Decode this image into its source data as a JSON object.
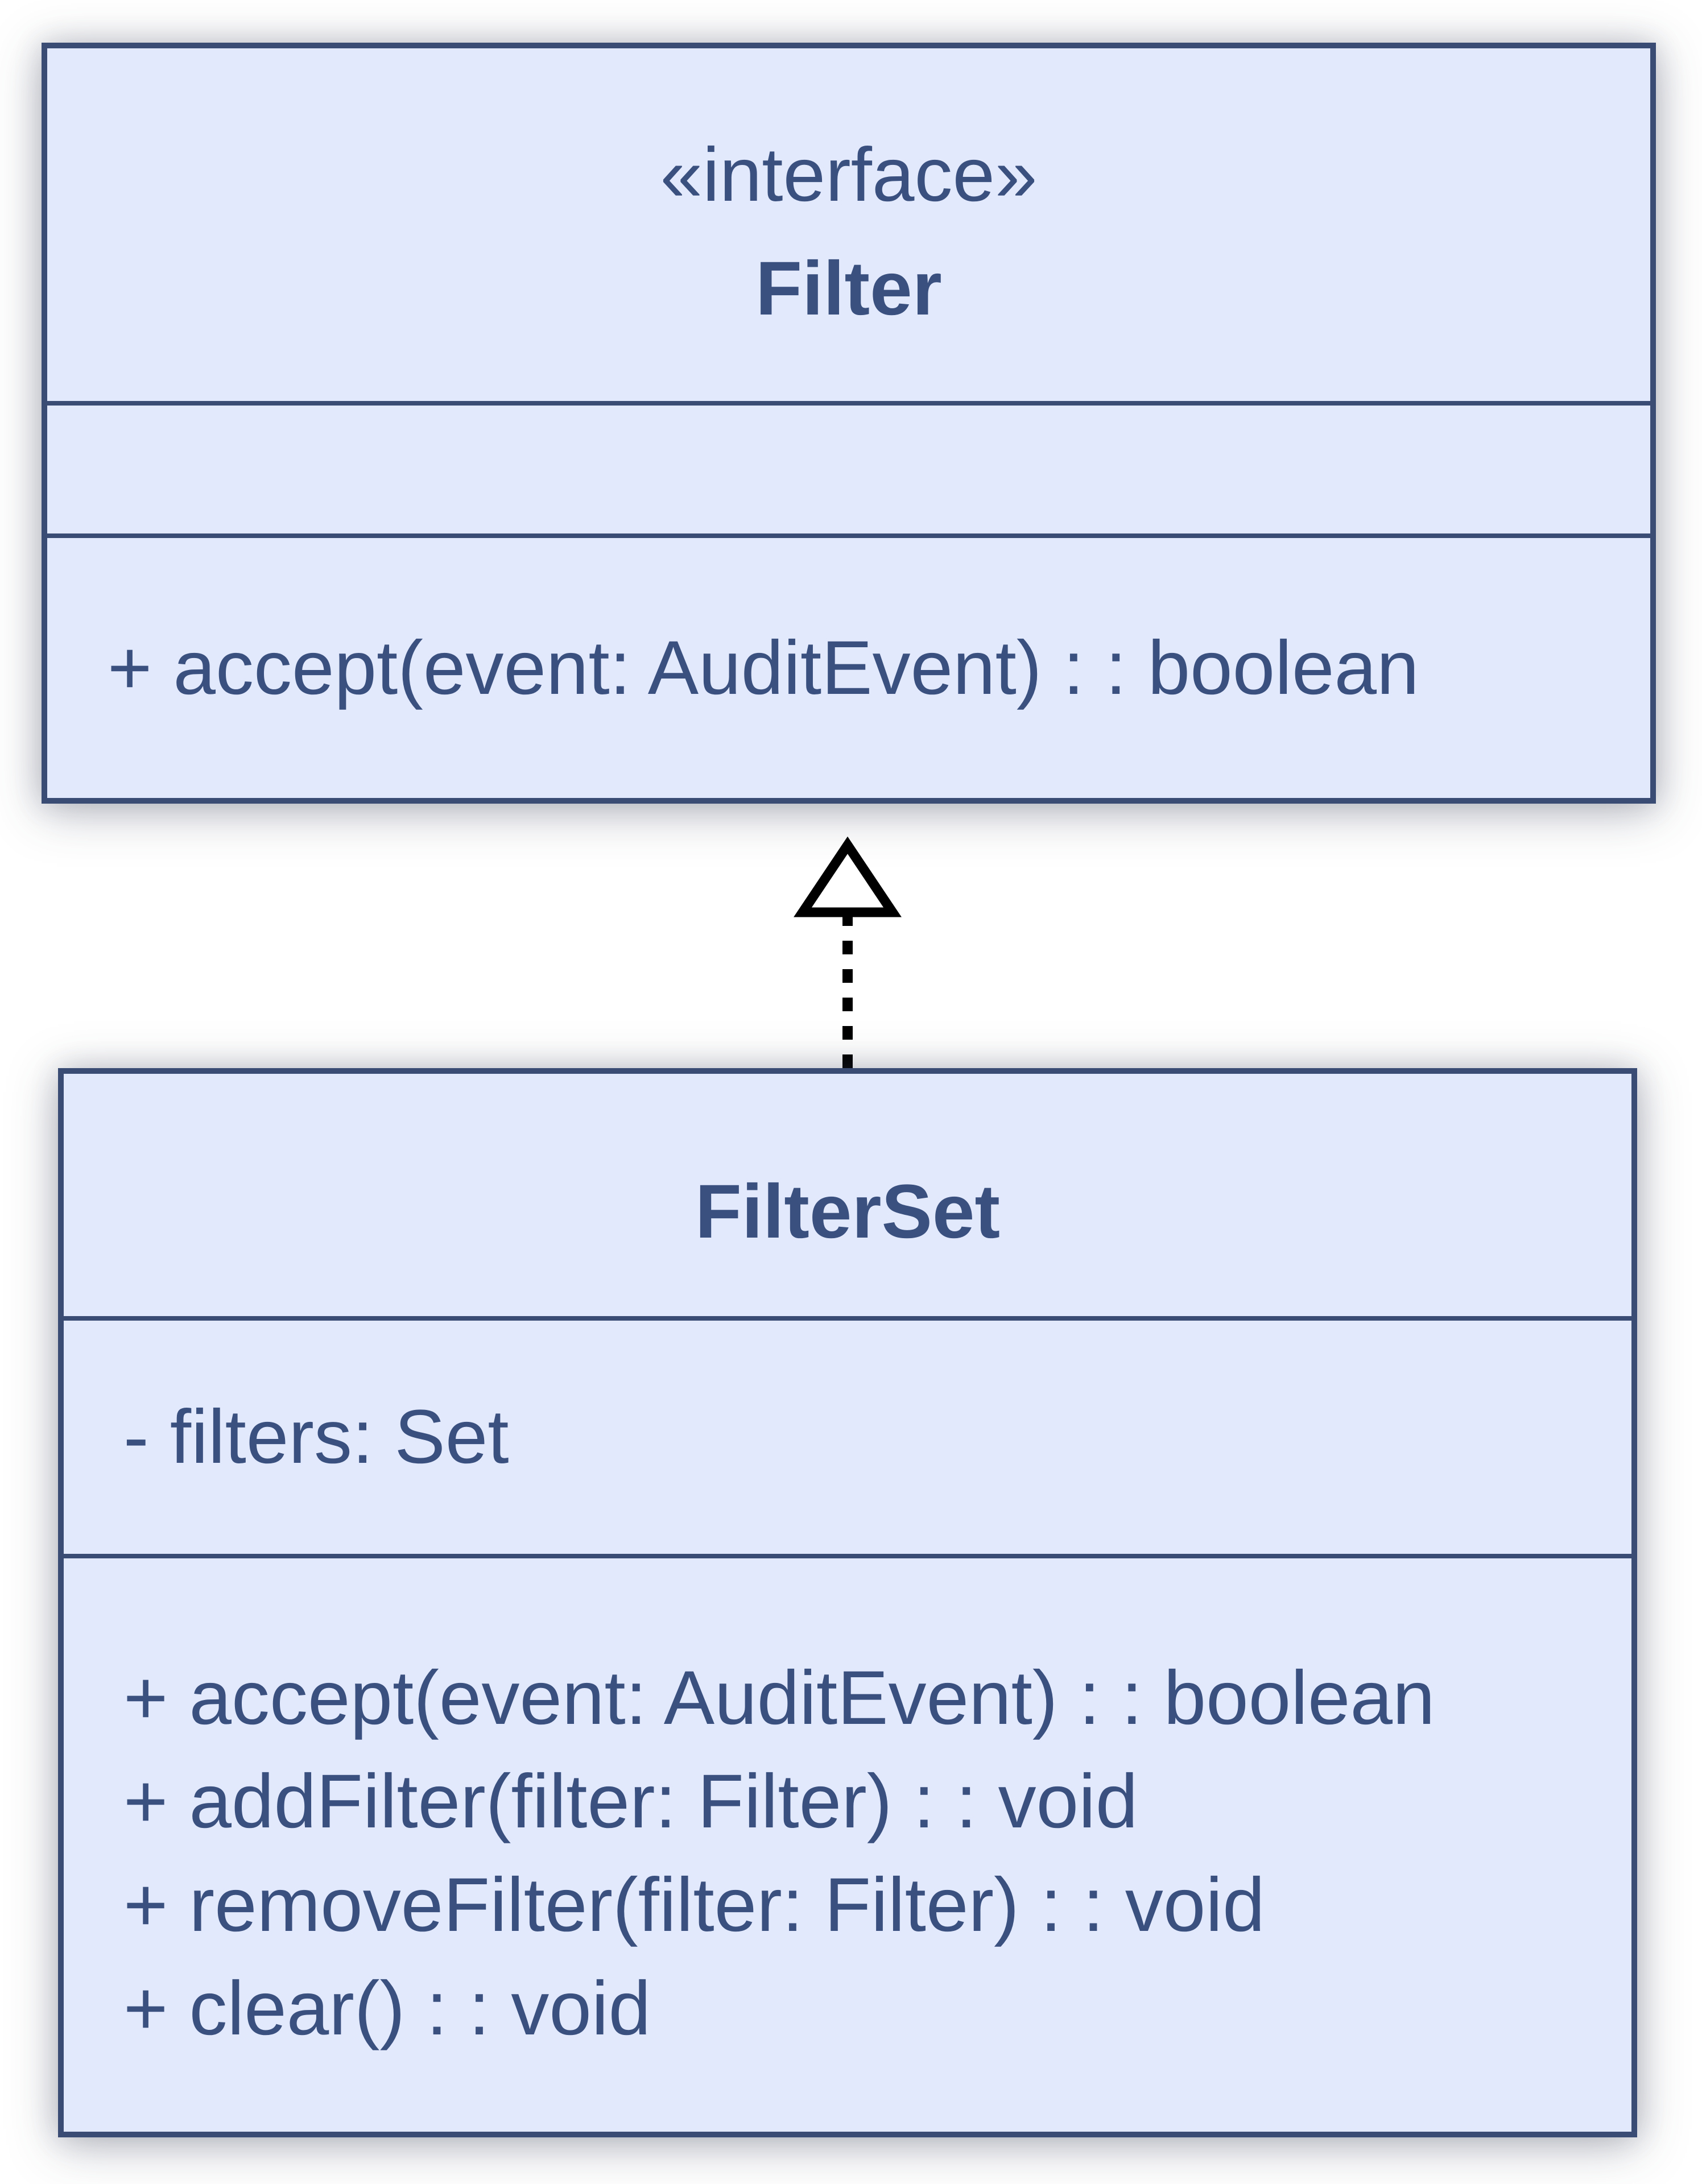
{
  "page": {
    "background": "#ffffff"
  },
  "colors": {
    "page_bg": "#ffffff",
    "box_fill": "#e2e9fc",
    "box_border": "#3a4c73",
    "text": "#3a507e",
    "arrow": "#000000"
  },
  "filter_interface": {
    "stereotype": "«interface»",
    "name": "Filter",
    "attributes": [],
    "methods": [
      "+ accept(event: AuditEvent) : : boolean"
    ]
  },
  "filterset_class": {
    "name": "FilterSet",
    "attributes": [
      "- filters: Set"
    ],
    "methods": [
      "+ accept(event: AuditEvent) : : boolean",
      "+ addFilter(filter: Filter) : : void",
      "+ removeFilter(filter: Filter) : : void",
      "+ clear() : : void"
    ]
  },
  "relationship": {
    "type": "realization",
    "from": "FilterSet",
    "to": "Filter",
    "line_style": "dashed",
    "arrowhead": "hollow-triangle"
  }
}
